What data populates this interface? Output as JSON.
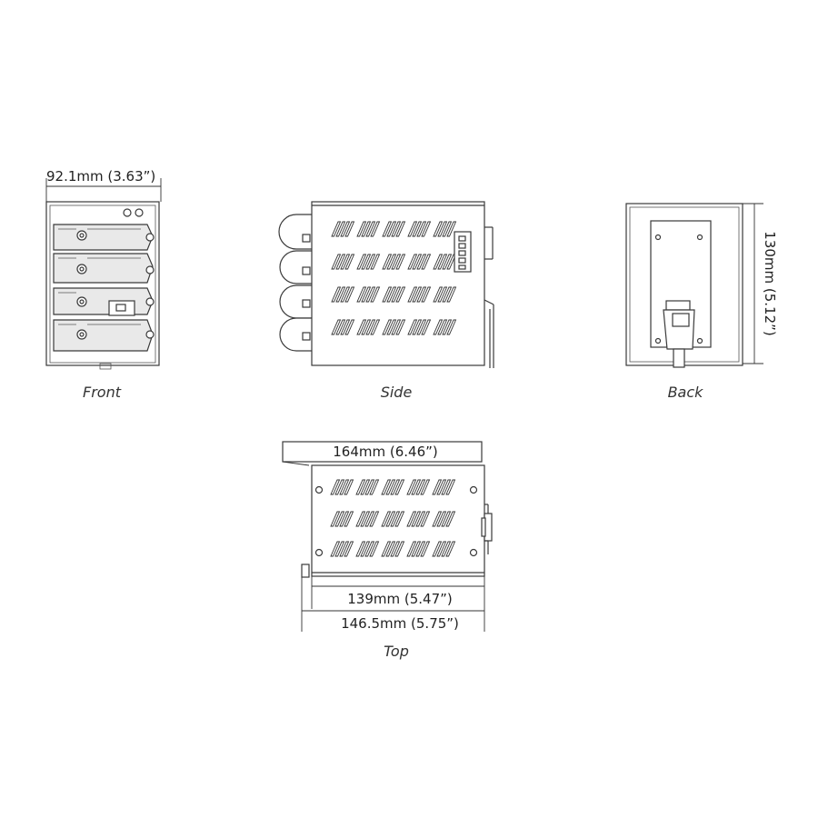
{
  "views": {
    "front": "Front",
    "side": "Side",
    "back": "Back",
    "top": "Top"
  },
  "dimensions": {
    "front_width": "92.1mm (3.63”)",
    "back_height": "130mm (5.12”)",
    "top_depth_total": "164mm (6.46”)",
    "top_depth_body": "139mm (5.47”)",
    "top_depth_mid": "146.5mm (5.75”)"
  }
}
